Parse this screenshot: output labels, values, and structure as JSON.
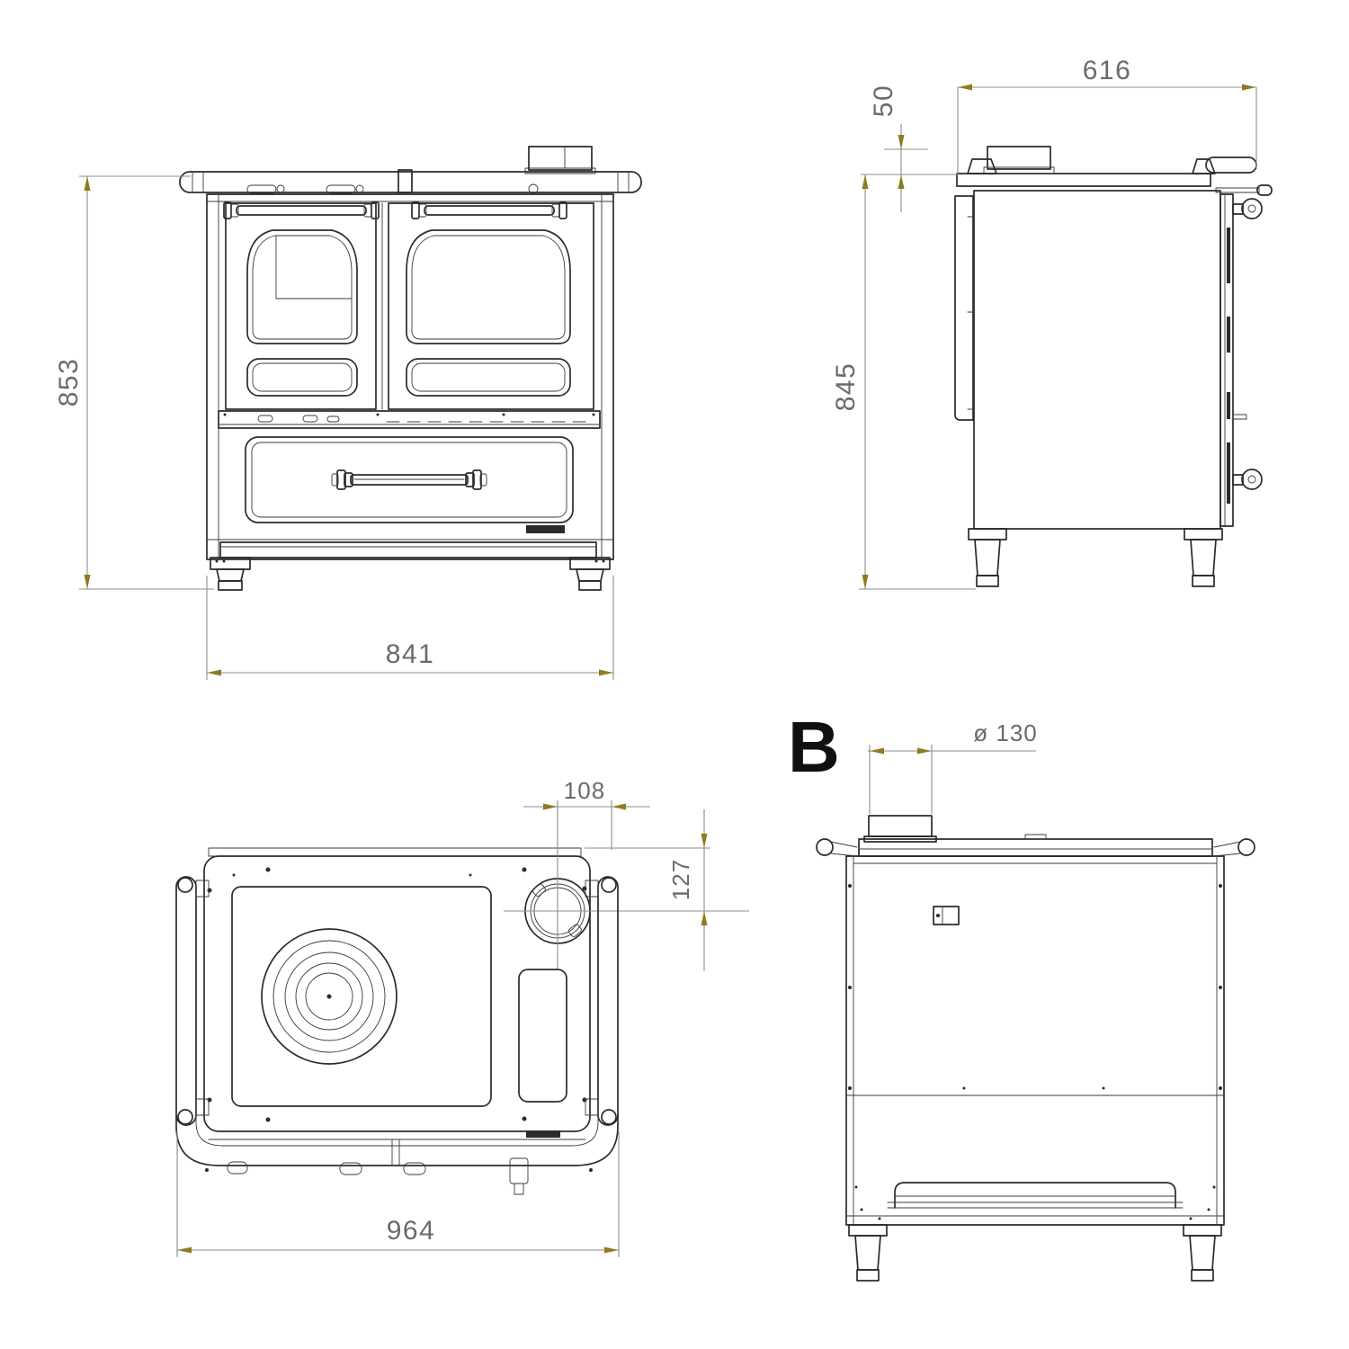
{
  "drawing": {
    "front_view": {
      "height_mm": "853",
      "width_mm": "841"
    },
    "side_view": {
      "depth_mm": "616",
      "flue_collar_height_mm": "50",
      "height_mm": "845"
    },
    "top_view": {
      "flue_offset_x_mm": "108",
      "flue_offset_y_mm": "127",
      "overall_width_mm": "964"
    },
    "back_view": {
      "view_label": "B",
      "flue_diameter": "ø 130"
    },
    "colors": {
      "background": "#ffffff",
      "object_line": "#2b2b2b",
      "dimension_line": "#8d8d8d",
      "arrowhead": "#8e7b22",
      "dimension_text": "#6a6a6a",
      "view_label_text": "#101010"
    }
  }
}
